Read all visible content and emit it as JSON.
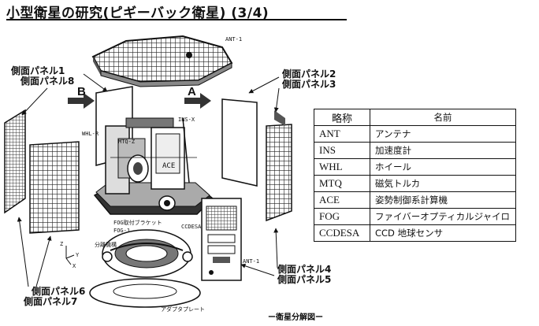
{
  "title": "小型衛星の研究(ピギーバック衛星) (3/4)",
  "caption": "ー衛星分解図ー",
  "labels": {
    "panel_1_8": [
      "側面パネル1",
      "側面パネル8"
    ],
    "panel_2_3": [
      "側面パネル2",
      "側面パネル3"
    ],
    "panel_4_5": [
      "側面パネル4",
      "側面パネル5"
    ],
    "panel_6_7": [
      "側面パネル6",
      "側面パネル7"
    ],
    "dir_b": "B",
    "dir_a": "A"
  },
  "small_labels": {
    "ant_top": "ANT-1",
    "ins": "INS-X",
    "whl": "WHL-R",
    "mtq": "MTQ-Z",
    "ace": "ACE",
    "fog_bracket": "FOG取付ブラケット",
    "fog": "FOG-1",
    "ccdesa": "CCDESA",
    "ant_bottom": "ANT-1",
    "separator": "分離機構",
    "adapter": "アダプタプレート",
    "axis_z": "Z",
    "axis_y": "Y",
    "axis_x": "X"
  },
  "table": {
    "headers": [
      "略称",
      "名前"
    ],
    "rows": [
      [
        "ANT",
        "アンテナ"
      ],
      [
        "INS",
        "加速度計"
      ],
      [
        "WHL",
        "ホイール"
      ],
      [
        "MTQ",
        "磁気トルカ"
      ],
      [
        "ACE",
        "姿勢制御系計算機"
      ],
      [
        "FOG",
        "ファイバーオプティカルジャイロ"
      ],
      [
        "CCDESA",
        "CCD 地球センサ"
      ]
    ]
  }
}
